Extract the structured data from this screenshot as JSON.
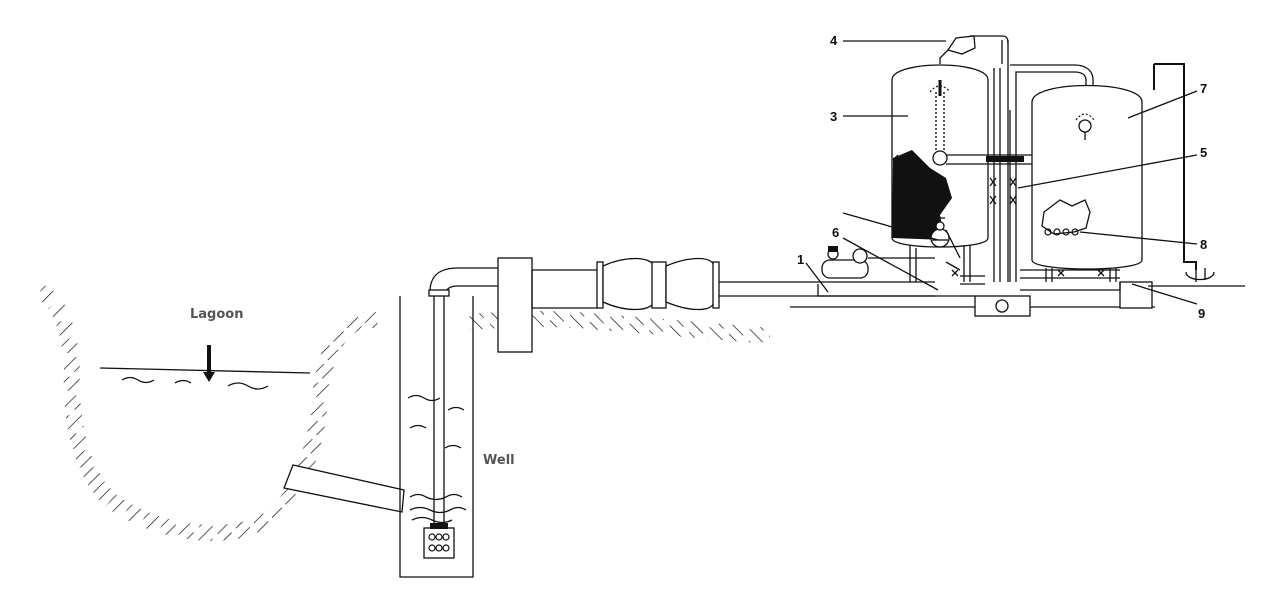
{
  "labels": {
    "lagoon": "Lagoon",
    "well": "Well"
  },
  "callouts": [
    "1",
    "3",
    "4",
    "5",
    "6",
    "7",
    "8",
    "9"
  ],
  "colors": {
    "line": "#111111",
    "label": "#555555",
    "background": "#ffffff"
  }
}
